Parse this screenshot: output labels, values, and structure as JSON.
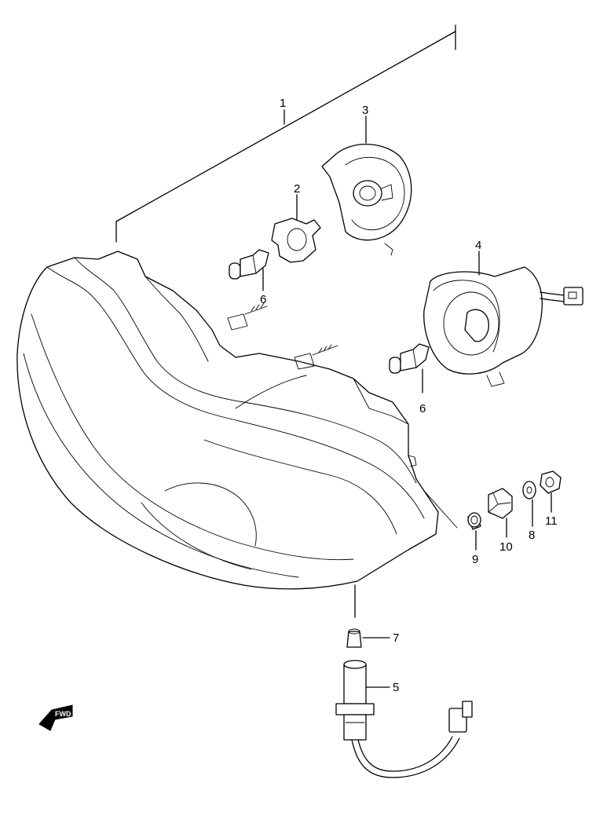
{
  "callouts": [
    {
      "id": "c1",
      "text": "1"
    },
    {
      "id": "c2",
      "text": "2"
    },
    {
      "id": "c3",
      "text": "3"
    },
    {
      "id": "c4",
      "text": "4"
    },
    {
      "id": "c5",
      "text": "5"
    },
    {
      "id": "c6a",
      "text": "6"
    },
    {
      "id": "c6b",
      "text": "6"
    },
    {
      "id": "c7",
      "text": "7"
    },
    {
      "id": "c8",
      "text": "8"
    },
    {
      "id": "c9",
      "text": "9"
    },
    {
      "id": "c10",
      "text": "10"
    },
    {
      "id": "c11",
      "text": "11"
    }
  ],
  "fwd_label": "FWD"
}
